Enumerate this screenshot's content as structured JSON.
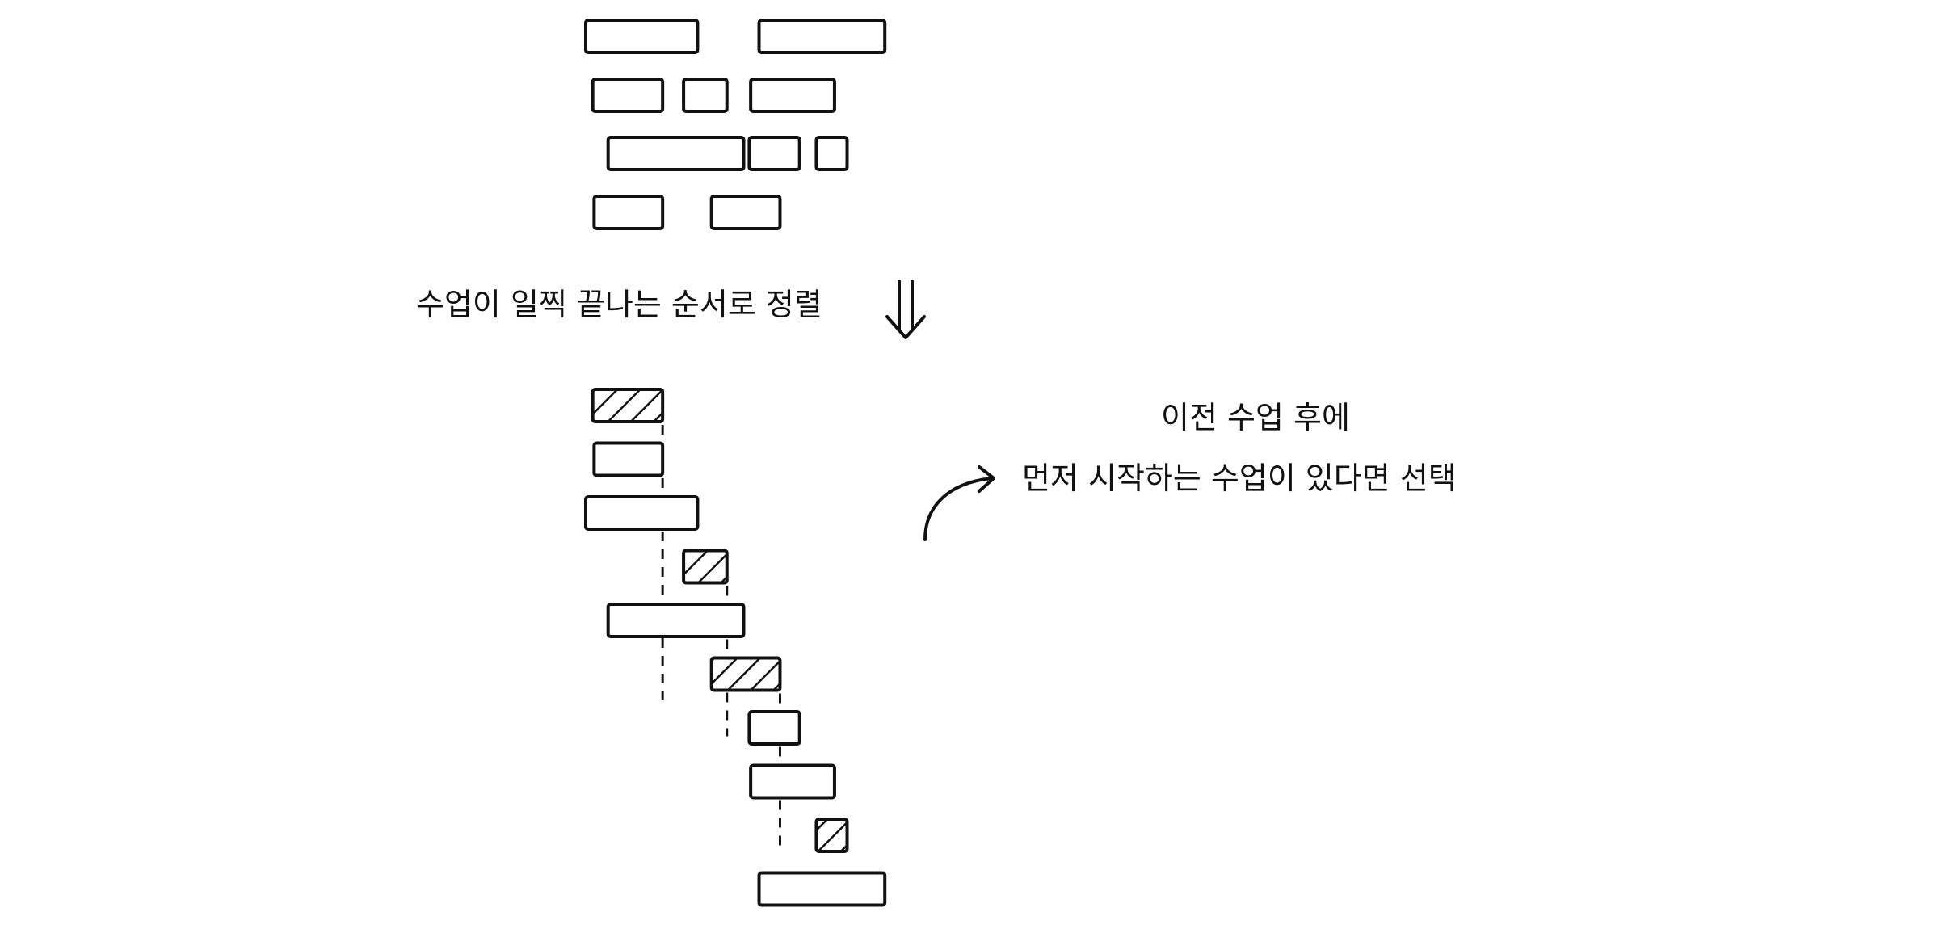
{
  "labels": {
    "sort_caption": "수업이 일찍 끝나는 순서로 정렬",
    "rule_line1": "이전 수업 후에",
    "rule_line2": "먼저 시작하는 수업이 있다면 선택"
  },
  "icons": {
    "sort_arrow": "double-down-arrow-icon",
    "rule_arrow": "curved-arrow-icon"
  },
  "colors": {
    "ink": "#111111",
    "paper": "#ffffff"
  },
  "lectures": [
    {
      "id": "a",
      "start": 0,
      "end": 80
    },
    {
      "id": "b",
      "start": 5,
      "end": 55
    },
    {
      "id": "c",
      "start": 16,
      "end": 113
    },
    {
      "id": "d",
      "start": 6,
      "end": 55
    },
    {
      "id": "e",
      "start": 70,
      "end": 101
    },
    {
      "id": "f",
      "start": 90,
      "end": 139
    },
    {
      "id": "g",
      "start": 117,
      "end": 153
    },
    {
      "id": "h",
      "start": 118,
      "end": 178
    },
    {
      "id": "i",
      "start": 165,
      "end": 187
    },
    {
      "id": "j",
      "start": 124,
      "end": 214
    }
  ],
  "sorted_order": [
    "b",
    "d",
    "a",
    "e",
    "c",
    "f",
    "g",
    "h",
    "i",
    "j"
  ],
  "selected": [
    "b",
    "e",
    "f",
    "i"
  ]
}
